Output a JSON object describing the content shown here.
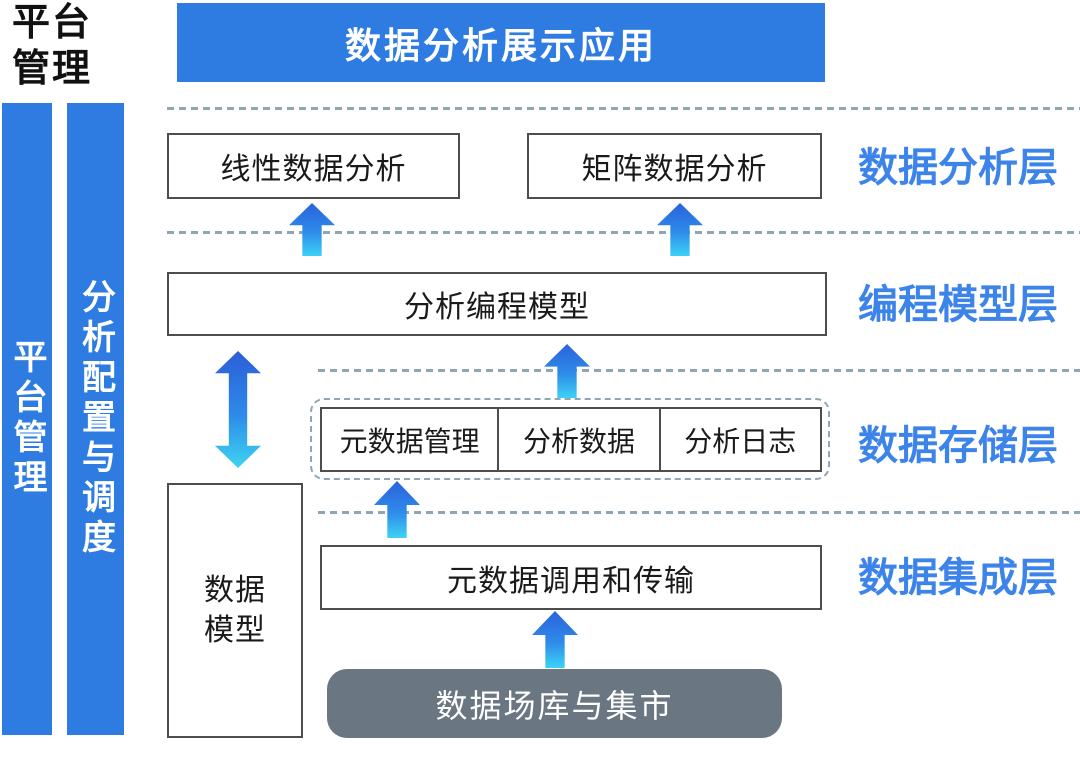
{
  "corner": {
    "line1": "平台",
    "line2": "管理"
  },
  "banner": {
    "title": "数据分析展示应用"
  },
  "sidebars": [
    {
      "label": "平台管理"
    },
    {
      "label": "分析配置与调度"
    }
  ],
  "layers": [
    {
      "name": "数据分析层",
      "boxes": [
        "线性数据分析",
        "矩阵数据分析"
      ]
    },
    {
      "name": "编程模型层",
      "boxes": [
        "分析编程模型"
      ]
    },
    {
      "name": "数据存储层",
      "cells": [
        "元数据管理",
        "分析数据",
        "分析日志"
      ]
    },
    {
      "name": "数据集成层",
      "boxes": [
        "元数据调用和传输"
      ]
    }
  ],
  "data_model_box": {
    "line1": "数据",
    "line2": "模型"
  },
  "source_box": {
    "label": "数据场库与集市"
  },
  "colors": {
    "primary_blue": "#2E7CE1",
    "layer_label_blue": "#3C83EA",
    "dashed_line": "#90A7B3",
    "box_border": "#4D4D4D",
    "source_gray": "#6A7681",
    "arrow_gradient_top": "#2B5ED8",
    "arrow_gradient_bottom": "#3ED4F2"
  }
}
